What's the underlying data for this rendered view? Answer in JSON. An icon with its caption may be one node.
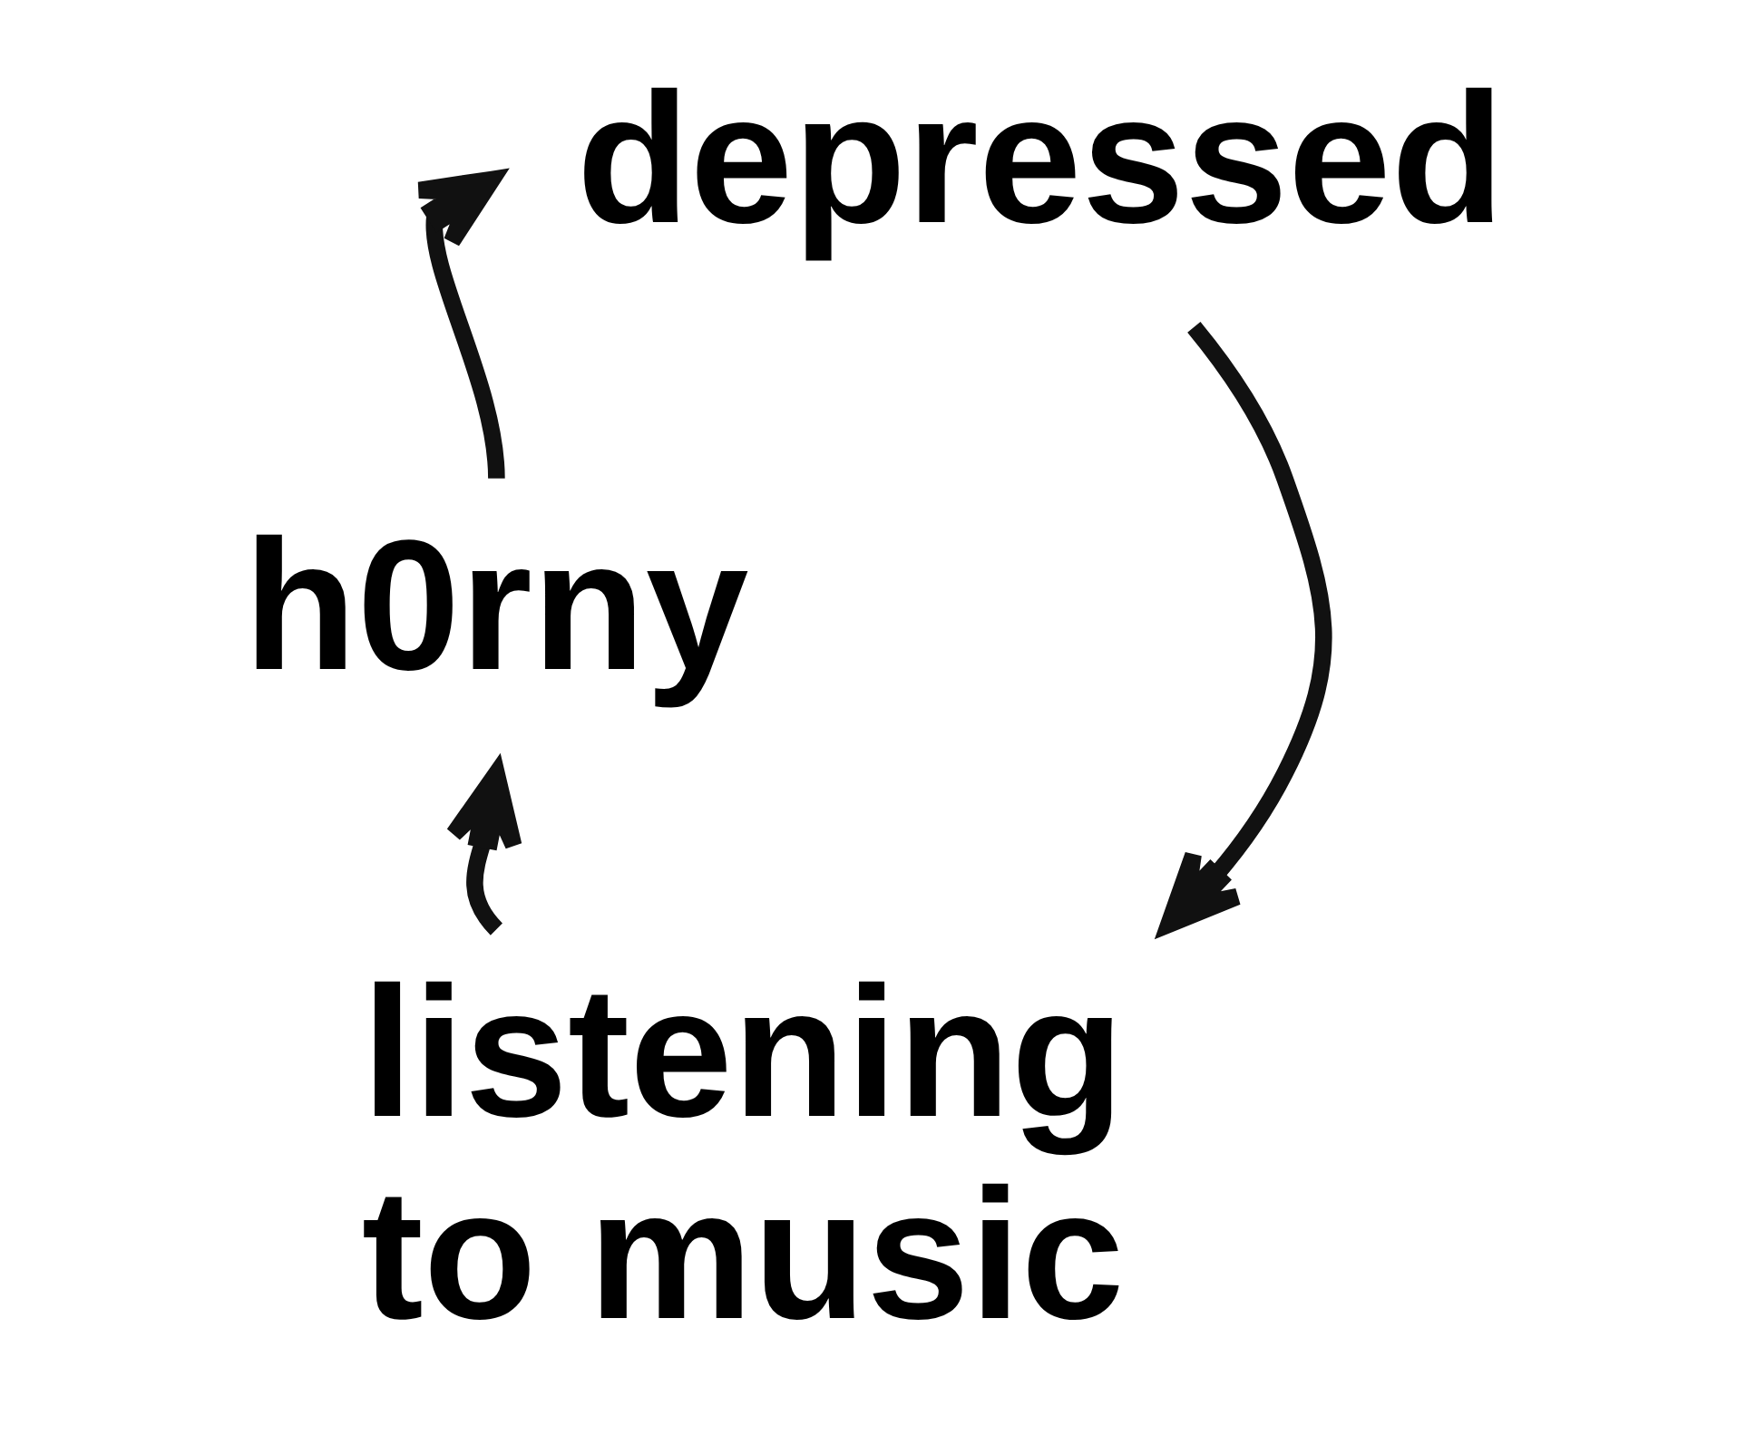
{
  "diagram": {
    "nodes": [
      {
        "text": [
          "depressed"
        ]
      },
      {
        "text": [
          "listening to music"
        ]
      },
      {
        "text": [
          "h0rny"
        ]
      }
    ],
    "edges": [
      {
        "from": 0,
        "to": 1,
        "arrow": "to"
      },
      {
        "from": 1,
        "to": 2,
        "arrow": "to"
      },
      {
        "from": 2,
        "to": 0,
        "arrow": "to"
      }
    ]
  }
}
